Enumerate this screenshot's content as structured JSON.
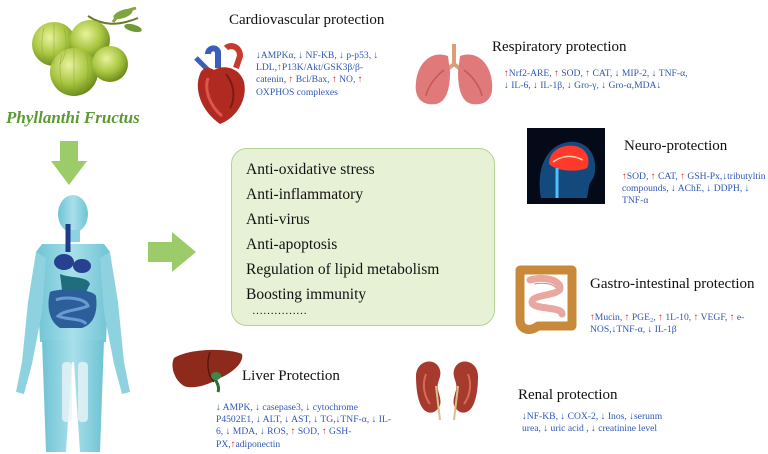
{
  "herb": {
    "name": "Phyllanthi Fructus",
    "image_icon": "gooseberry-fruit-icon"
  },
  "center": {
    "items": [
      "Anti-oxidative stress",
      "Anti-inflammatory",
      "Anti-virus",
      "Anti-apoptosis",
      "Regulation of lipid metabolism",
      "Boosting immunity",
      "……………"
    ]
  },
  "protections": [
    {
      "id": "cardiovascular",
      "title": "Cardiovascular protection",
      "icon": "heart-icon",
      "effects": [
        {
          "dir": "↓",
          "text": "AMPKα, "
        },
        {
          "dir": "↓",
          "text": " NF-KB, "
        },
        {
          "dir": "↓",
          "text": " p-p53, "
        },
        {
          "dir": "↓",
          "text": " LDL,"
        },
        {
          "dir": "↑",
          "text": "P13K/Akt/GSK3β/β-catenin, "
        },
        {
          "dir": "↑",
          "text": " Bcl/Bax, "
        },
        {
          "dir": "↑",
          "text": " NO, "
        },
        {
          "dir": "↑",
          "text": " OXPHOS complexes"
        }
      ]
    },
    {
      "id": "respiratory",
      "title": "Respiratory protection",
      "icon": "lungs-icon",
      "effects": [
        {
          "dir": "↑",
          "text": "Nrf2-ARE, "
        },
        {
          "dir": "↑",
          "text": " SOD, "
        },
        {
          "dir": "↑",
          "text": " CAT, "
        },
        {
          "dir": "↓",
          "text": " MIP-2, "
        },
        {
          "dir": "↓",
          "text": " TNF-α, "
        },
        {
          "dir": "↓",
          "text": " IL-6, "
        },
        {
          "dir": "↓",
          "text": " IL-1β, "
        },
        {
          "dir": "↓",
          "text": " Gro-γ, "
        },
        {
          "dir": "↓",
          "text": " Gro-α,MDA"
        },
        {
          "dir": "↓",
          "text": ""
        }
      ]
    },
    {
      "id": "neuro",
      "title": "Neuro-protection",
      "icon": "brain-head-icon",
      "effects": [
        {
          "dir": "↑",
          "text": "SOD, "
        },
        {
          "dir": "↑",
          "text": " CAT, "
        },
        {
          "dir": "↑",
          "text": " GSH-Px,"
        },
        {
          "dir": "↓",
          "text": "tributyltin compounds, "
        },
        {
          "dir": "↓",
          "text": " AChE, "
        },
        {
          "dir": "↓",
          "text": " DDPH, "
        },
        {
          "dir": "↓",
          "text": " TNF-α"
        }
      ]
    },
    {
      "id": "gastro",
      "title": "Gastro-intestinal protection",
      "icon": "intestine-icon",
      "effects": [
        {
          "dir": "↑",
          "text": "Mucin, "
        },
        {
          "dir": "↑",
          "text": " PGE₂, "
        },
        {
          "dir": "↑",
          "text": " 1L-10, "
        },
        {
          "dir": "↑",
          "text": " VEGF, "
        },
        {
          "dir": "↑",
          "text": " e-NOS,"
        },
        {
          "dir": "↓",
          "text": "TNF-α, "
        },
        {
          "dir": "↓",
          "text": " IL-1β"
        }
      ]
    },
    {
      "id": "liver",
      "title": "Liver Protection",
      "icon": "liver-icon",
      "effects": [
        {
          "dir": "↓",
          "text": " AMPK, "
        },
        {
          "dir": "↓",
          "text": " casepase3, "
        },
        {
          "dir": "↓",
          "text": " cytochrome P4502E1, "
        },
        {
          "dir": "↓",
          "text": " ALT, "
        },
        {
          "dir": "↓",
          "text": " AST, "
        },
        {
          "dir": "↓",
          "text": " TG,"
        },
        {
          "dir": "↓",
          "text": "TNF-α, "
        },
        {
          "dir": "↓",
          "text": " IL-6, "
        },
        {
          "dir": "↓",
          "text": " MDA, "
        },
        {
          "dir": "↓",
          "text": " ROS, "
        },
        {
          "dir": "↑",
          "text": "  SOD, "
        },
        {
          "dir": "↑",
          "text": " GSH-PX,"
        },
        {
          "dir": "↑",
          "text": "adiponectin"
        }
      ]
    },
    {
      "id": "renal",
      "title": "Renal protection",
      "icon": "kidneys-icon",
      "effects": [
        {
          "dir": "↓",
          "text": "NF-KB, "
        },
        {
          "dir": "↓",
          "text": " COX-2, "
        },
        {
          "dir": "↓",
          "text": " Inos, "
        },
        {
          "dir": "↓",
          "text": "serunm urea, "
        },
        {
          "dir": "↓",
          "text": " uric acid , "
        },
        {
          "dir": "↓",
          "text": " creatinine level"
        }
      ]
    }
  ],
  "colors": {
    "up": "#e02020",
    "down": "#2f57b5",
    "arrow": "#9ccb6a",
    "center_box": "#e7f1d6",
    "herb_name": "#5b9a32"
  }
}
